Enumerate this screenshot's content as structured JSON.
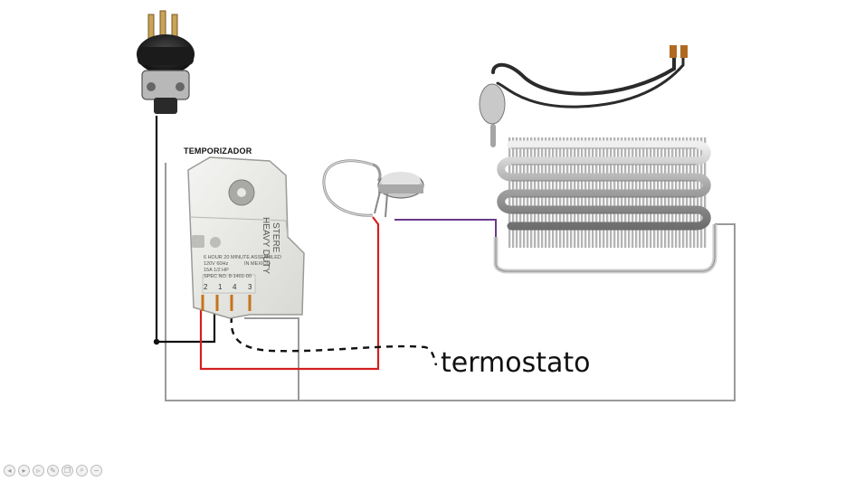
{
  "labels": {
    "timer": "TEMPORIZADOR",
    "thermostat": "termostato"
  },
  "timer_body": {
    "brand_line1": "STERE",
    "brand_line2": "HEAVY DUTY",
    "spec_line1": "6 HOUR 20 MINUTE ASSEMBLED",
    "spec_line2": "120V 60Hz",
    "spec_line3": "15A 1/2 HP",
    "spec_line4": "SPEC NO. 8-1401-00",
    "made_in": "IN MEXICO",
    "terminals": [
      "2",
      "1",
      "4",
      "3"
    ]
  },
  "player_controls": [
    {
      "icon": "back-icon",
      "glyph": "◂"
    },
    {
      "icon": "play-icon",
      "glyph": "▸"
    },
    {
      "icon": "forward-icon",
      "glyph": "▹"
    },
    {
      "icon": "pen-icon",
      "glyph": "✎"
    },
    {
      "icon": "copy-icon",
      "glyph": "❐"
    },
    {
      "icon": "search-icon",
      "glyph": "⌕"
    },
    {
      "icon": "minus-icon",
      "glyph": "−"
    }
  ],
  "colors": {
    "black_wire": "#111111",
    "red_wire": "#d42020",
    "gray_wire": "#9a9a9a",
    "purple_wire": "#6b3a8e",
    "thermostat_dash": "#111111"
  }
}
